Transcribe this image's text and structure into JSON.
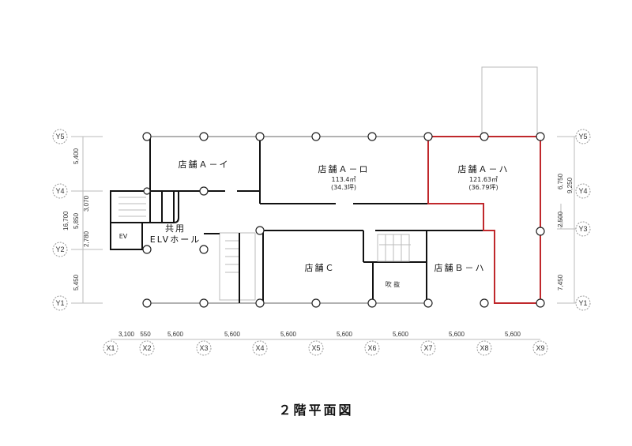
{
  "drawing_title": "２階平面図",
  "rooms": {
    "a_i": "店舗Ａ－イ",
    "a_ro": {
      "name": "店舗Ａ－ロ",
      "area": "113.4㎡",
      "tsubo": "(34.3坪)"
    },
    "a_ha": {
      "name": "店舗Ａ－ハ",
      "area": "121.63㎡",
      "tsubo": "(36.79坪)"
    },
    "c": "店舗Ｃ",
    "b_ha": "店舗Ｂ－ハ",
    "void": "吹 抜",
    "common_1": "共用",
    "common_2": "ELVホール",
    "ev": "EV"
  },
  "grid_x": [
    "X1",
    "X2",
    "X3",
    "X4",
    "X5",
    "X6",
    "X7",
    "X8",
    "X9"
  ],
  "grid_y": [
    "Y5",
    "Y4",
    "Y3",
    "Y2",
    "Y1"
  ],
  "dims_x": [
    "3,100",
    "550",
    "5,600",
    "5,600",
    "5,600",
    "5,600",
    "5,600",
    "5,600",
    "5,600"
  ],
  "dims_y_left": {
    "y5_y4": "5,400",
    "total": "16,700",
    "mid": "5,850",
    "upper": "3,070",
    "lower": "2,780",
    "y2_y1": "5,450"
  },
  "dims_y_right": {
    "y5_a": "6,750",
    "y5_y3": "9,250",
    "y3_a": "2,500",
    "y3_y1": "7,450"
  },
  "colors": {
    "highlight": "#c0282c"
  }
}
